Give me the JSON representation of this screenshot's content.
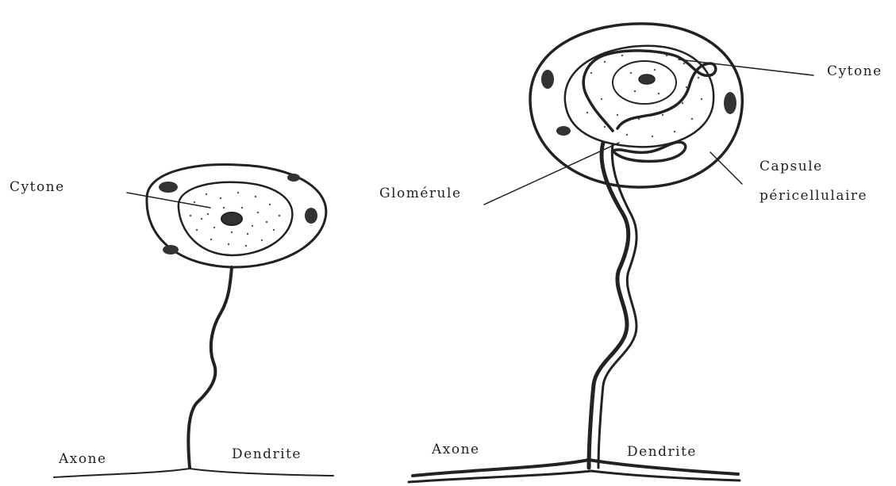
{
  "left_neuron": {
    "cytone_label": "Cytone",
    "axone_label": "Axone",
    "dendrite_label": "Dendrite"
  },
  "right_neuron": {
    "cytone_label": "Cytone",
    "glomerule_label": "Glomérule",
    "capsule_label_line1": "Capsule",
    "capsule_label_line2": "péricellulaire",
    "axone_label": "Axone",
    "dendrite_label": "Dendrite"
  },
  "colors": {
    "ink": "#222222",
    "stipple": "#555555"
  }
}
